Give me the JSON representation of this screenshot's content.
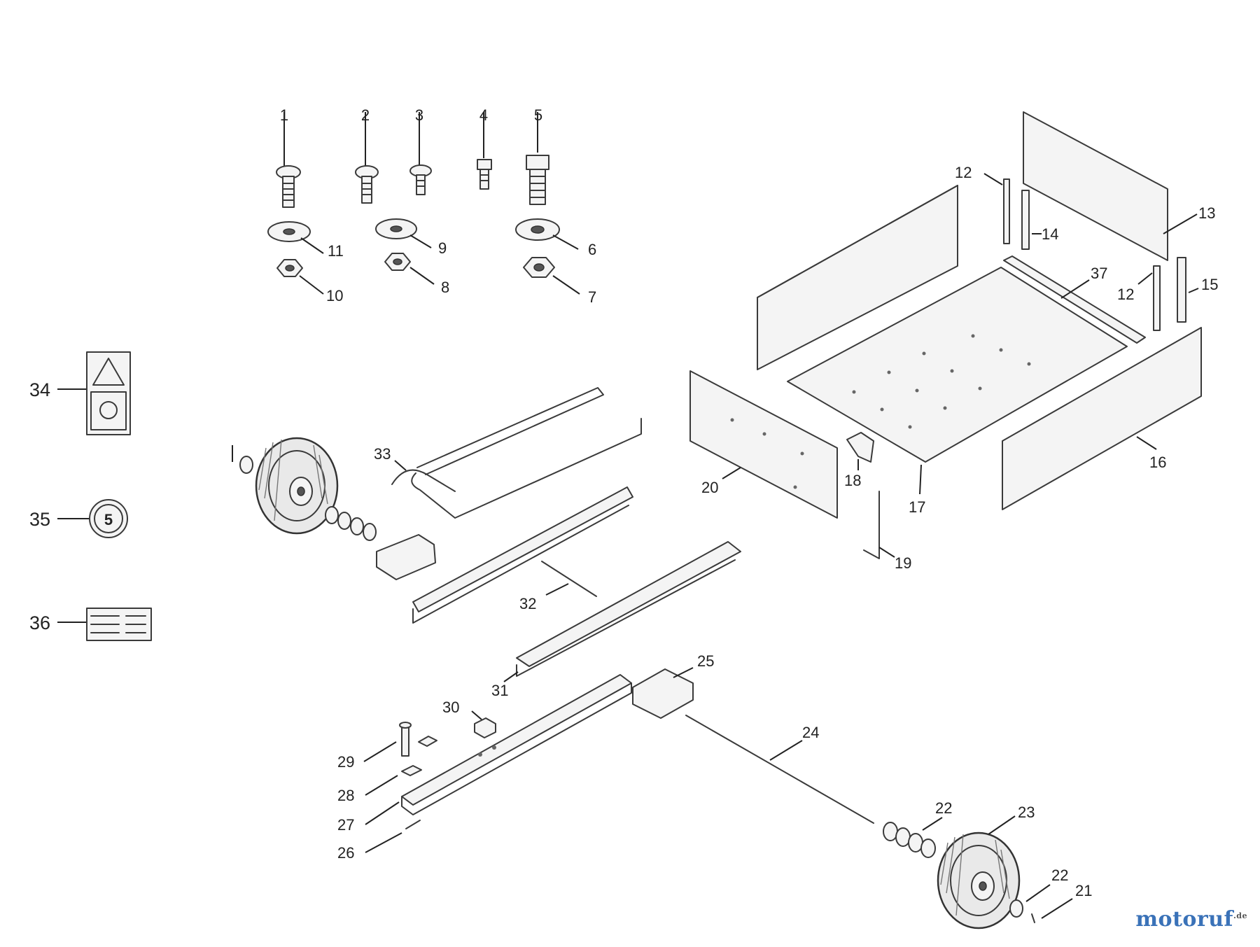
{
  "callouts": {
    "c1": "1",
    "c2": "2",
    "c3": "3",
    "c4": "4",
    "c5": "5",
    "c6": "6",
    "c7": "7",
    "c8": "8",
    "c9": "9",
    "c10": "10",
    "c11": "11",
    "c12a": "12",
    "c12b": "12",
    "c13": "13",
    "c14": "14",
    "c15": "15",
    "c16": "16",
    "c17": "17",
    "c18": "18",
    "c19": "19",
    "c20": "20",
    "c21": "21",
    "c22a": "22",
    "c22b": "22",
    "c23": "23",
    "c24": "24",
    "c25": "25",
    "c26": "26",
    "c27": "27",
    "c28": "28",
    "c29": "29",
    "c30": "30",
    "c31": "31",
    "c32": "32",
    "c33": "33",
    "c34": "34",
    "c35": "35",
    "c36": "36",
    "c37": "37"
  },
  "decals": {
    "speed_label": "5"
  },
  "watermark": {
    "brand": "motoruf",
    "tld": ".de"
  }
}
